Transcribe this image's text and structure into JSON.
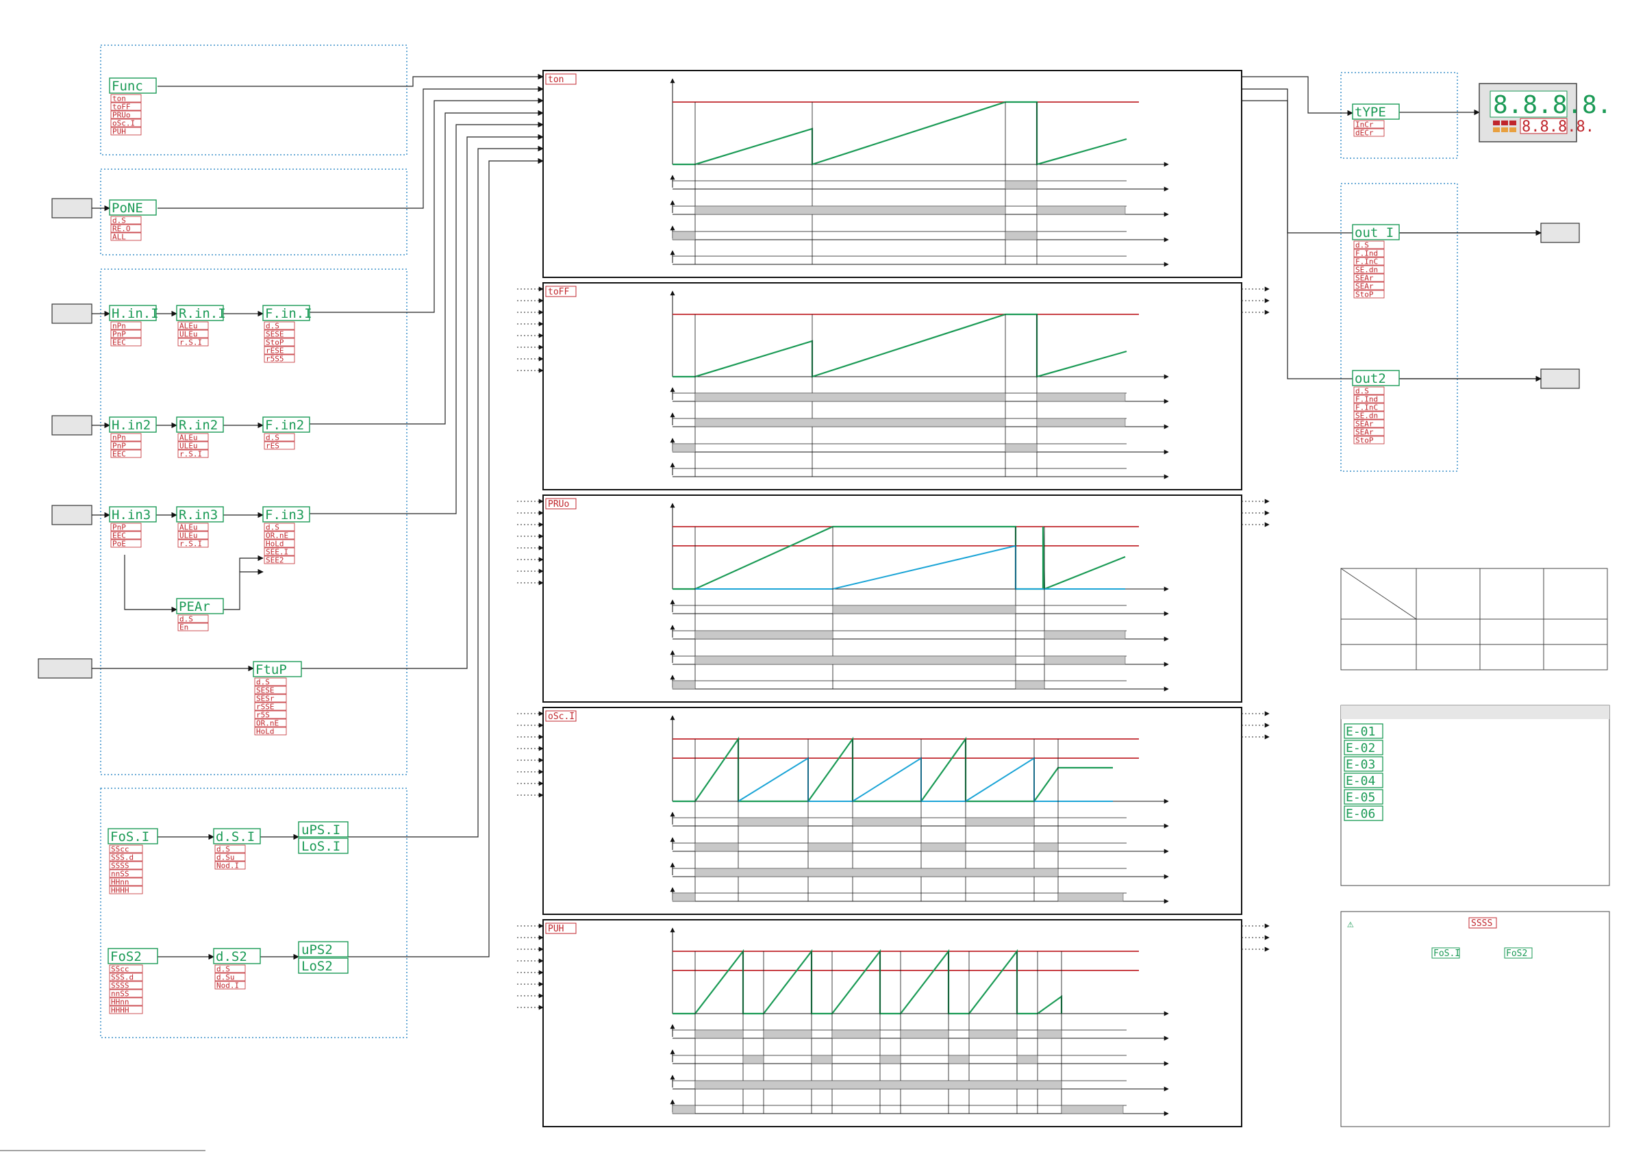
{
  "colors": {
    "accent_green": "#1a9a55",
    "accent_red": "#c0262c",
    "accent_blue": "#1aa4d6",
    "dotted_blue": "#3a8fc8",
    "bar_gray": "#c8c8c8"
  },
  "left": {
    "func": {
      "label": "Func",
      "options": [
        "ton",
        "toFF",
        "PRUo",
        "oSc.I",
        "PUH"
      ]
    },
    "pone": {
      "label": "PoNE",
      "options": [
        "d.S",
        "RE.O",
        "ALL"
      ]
    },
    "in1": {
      "h": "H.in.I",
      "opts_h": [
        "nPn",
        "PnP",
        "EEC"
      ],
      "a": "R.in.I",
      "opts_a": [
        "ALEu",
        "ULEu",
        "r.S.I"
      ],
      "f": "F.in.I",
      "opts_f": [
        "d.S",
        "SESE",
        "StoP",
        "rESE",
        "r5S5"
      ]
    },
    "in2": {
      "h": "H.in2",
      "opts_h": [
        "nPn",
        "PnP",
        "EEC"
      ],
      "a": "R.in2",
      "opts_a": [
        "ALEu",
        "ULEu",
        "r.S.I"
      ],
      "f": "F.in2",
      "opts_f": [
        "d.S",
        "rES"
      ]
    },
    "in3": {
      "h": "H.in3",
      "opts_h": [
        "PnP",
        "EEC",
        "PoE"
      ],
      "a": "R.in3",
      "opts_a": [
        "ALEu",
        "ULEu",
        "r.S.I"
      ],
      "f": "F.in3",
      "opts_f": [
        "d.S",
        "OR.nE",
        "HoLd",
        "SEE.I",
        "SEE2"
      ]
    },
    "ptar": {
      "label": "PEAr",
      "options": [
        "d.S",
        "En"
      ]
    },
    "fkup": {
      "label": "FtuP",
      "options": [
        "d.S",
        "SESE",
        "SESr",
        "rSSE",
        "r5S",
        "OR.nE",
        "HoLd"
      ]
    },
    "fos1": {
      "label": "FoS.I",
      "options": [
        "SScc",
        "SSS.d",
        "SSSS",
        "nnSS",
        "HHnn",
        "HHHH"
      ],
      "ds": "d.S.I",
      "opts_ds": [
        "d.S",
        "d.Su",
        "Nod.I"
      ],
      "up": "uPS.I",
      "lo": "LoS.I"
    },
    "fos2": {
      "label": "FoS2",
      "options": [
        "SScc",
        "SSS.d",
        "SSSS",
        "nnSS",
        "HHnn",
        "HHHH"
      ],
      "ds": "d.S2",
      "opts_ds": [
        "d.S",
        "d.Su",
        "Nod.I"
      ],
      "up": "uPS2",
      "lo": "LoS2"
    }
  },
  "panels": [
    "ton",
    "toFF",
    "PRUo",
    "oSc.I",
    "PUH"
  ],
  "right": {
    "type": {
      "label": "tYPE",
      "options": [
        "InCr",
        "dECr"
      ]
    },
    "display": {
      "top": "8.8.8.8.",
      "bottom": "8.8.8.8."
    },
    "out1": {
      "label": "out I",
      "options": [
        "d.S",
        "F.Ind",
        "F.InC",
        "SE.dn",
        "SEAr",
        "SEAr",
        "StoP"
      ]
    },
    "out2": {
      "label": "out2",
      "options": [
        "d.S",
        "F.Ind",
        "F.InC",
        "SE.dn",
        "SEAr",
        "SEAr",
        "StoP"
      ]
    },
    "errors": [
      "E-01",
      "E-02",
      "E-03",
      "E-04",
      "E-05",
      "E-06"
    ],
    "warning": {
      "icon": "⚠",
      "code": "SSSS",
      "ref1": "FoS.I",
      "ref2": "FoS2"
    }
  }
}
